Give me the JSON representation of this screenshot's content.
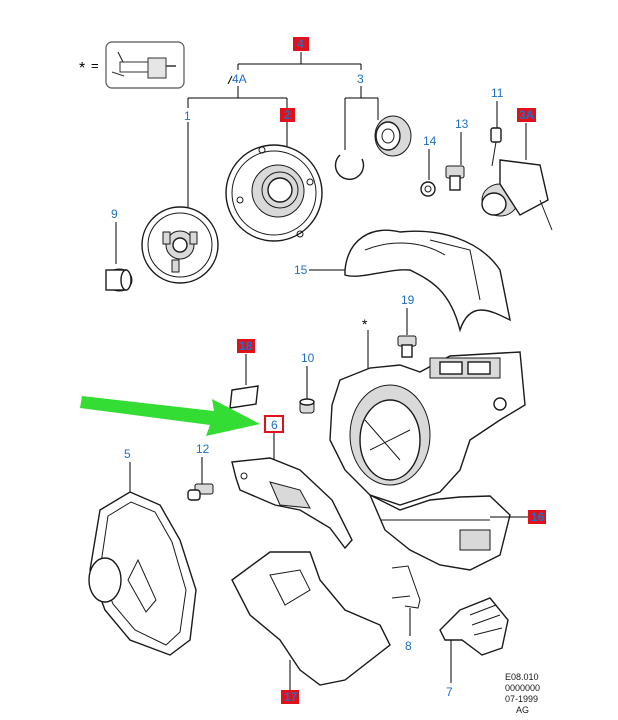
{
  "asterisk": "*",
  "equals": "=",
  "callouts": {
    "c4": "4",
    "c4A": "4A",
    "c3": "3",
    "c1": "1",
    "c2": "2",
    "c9": "9",
    "c11": "11",
    "c3A": "3A",
    "c13": "13",
    "c14": "14",
    "c15": "15",
    "c19": "19",
    "c18": "18",
    "c10": "10",
    "c6": "6",
    "c5": "5",
    "c12": "12",
    "c16": "16",
    "c8": "8",
    "c17": "17",
    "c7": "7"
  },
  "code_block": {
    "line1": "E08.010",
    "line2": "0000000",
    "line3": "07-1999",
    "line4": "AG"
  },
  "colors": {
    "callout_text": "#1f6fc6",
    "highlight_red": "#e0111b",
    "arrow_green": "#33dd33"
  }
}
